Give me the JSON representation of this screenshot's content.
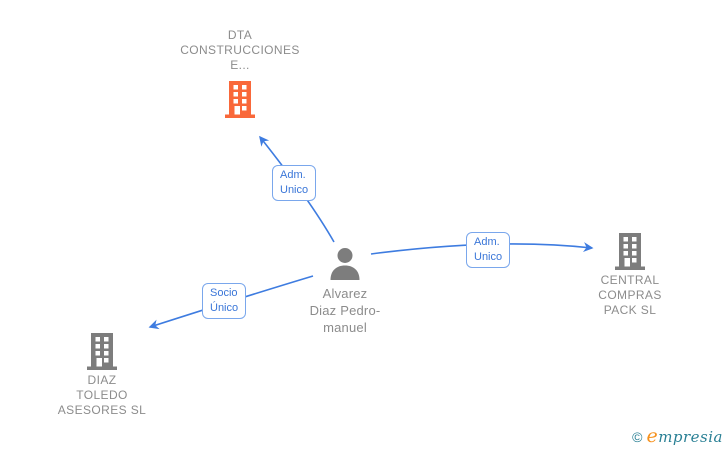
{
  "diagram": {
    "nodes": {
      "dta": {
        "line1": "DTA",
        "line2": "CONSTRUCCIONES",
        "line3": "E...",
        "type": "company",
        "icon_color": "#f9683a"
      },
      "person": {
        "line1": "Alvarez",
        "line2": "Diaz Pedro-",
        "line3": "manuel",
        "type": "person",
        "icon_color": "#7d7d7d"
      },
      "central": {
        "line1": "CENTRAL",
        "line2": "COMPRAS",
        "line3": "PACK SL",
        "type": "company",
        "icon_color": "#7d7d7d"
      },
      "diaz": {
        "line1": "DIAZ",
        "line2": "TOLEDO",
        "line3": "ASESORES SL",
        "type": "company",
        "icon_color": "#7d7d7d"
      }
    },
    "edges": [
      {
        "from": "person",
        "to": "dta",
        "label1": "Adm.",
        "label2": "Unico"
      },
      {
        "from": "person",
        "to": "central",
        "label1": "Adm.",
        "label2": "Unico"
      },
      {
        "from": "person",
        "to": "diaz",
        "label1": "Socio",
        "label2": "Único"
      }
    ],
    "colors": {
      "edge_blue": "#3e7ce0",
      "label_text_blue": "#3a76d8",
      "label_border_blue": "#7aa7ec",
      "node_text_gray": "#8c8c8c",
      "building_gray": "#7d7d7d",
      "building_orange": "#f9683a"
    }
  },
  "watermark": {
    "copyright": "©",
    "brand_first_letter": "e",
    "brand_rest": "mpresia"
  }
}
